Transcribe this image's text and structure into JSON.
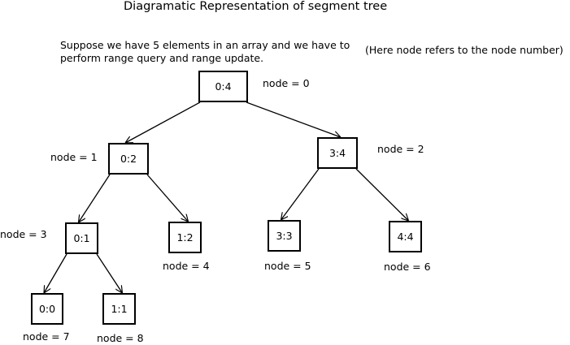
{
  "title": "Diagramatic Representation of segment tree",
  "description": {
    "line1": "Suppose we have 5 elements in an array and we have to",
    "line2": "perform range query and range update."
  },
  "note": "(Here node refers to the node number)",
  "nodes": [
    {
      "range": "0:4",
      "label": "node = 0"
    },
    {
      "range": "0:2",
      "label": "node = 1"
    },
    {
      "range": "3:4",
      "label": "node = 2"
    },
    {
      "range": "0:1",
      "label": "node = 3"
    },
    {
      "range": "1:2",
      "label": "node = 4"
    },
    {
      "range": "3:3",
      "label": "node = 5"
    },
    {
      "range": "4:4",
      "label": "node = 6"
    },
    {
      "range": "0:0",
      "label": "node = 7"
    },
    {
      "range": "1:1",
      "label": "node = 8"
    }
  ],
  "edges": [
    [
      0,
      1
    ],
    [
      0,
      2
    ],
    [
      1,
      3
    ],
    [
      1,
      4
    ],
    [
      2,
      5
    ],
    [
      2,
      6
    ],
    [
      3,
      7
    ],
    [
      3,
      8
    ]
  ]
}
